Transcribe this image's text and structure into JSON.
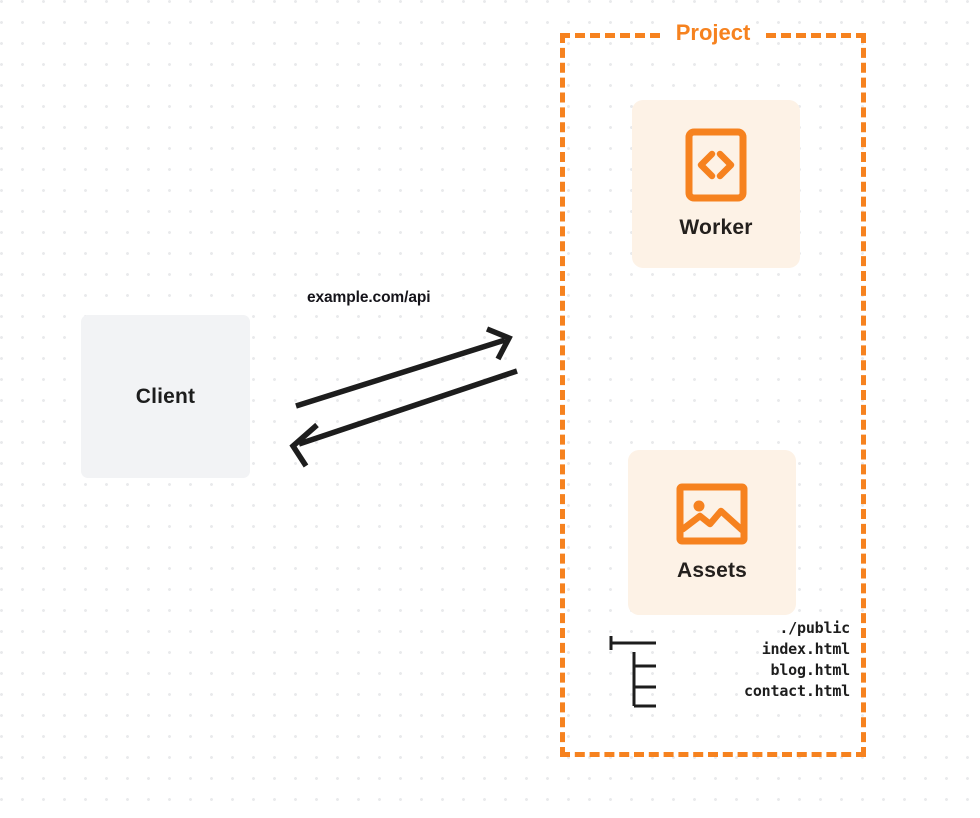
{
  "diagram": {
    "title": "Client to Project Worker and Assets request flow",
    "colors": {
      "accent_orange": "#f6821f",
      "card_background": "#fdf2e6",
      "client_background": "#f2f3f5",
      "arrow": "#1d1d1d",
      "text": "#1d1d1d",
      "dot_grid": "#e9eaec",
      "canvas": "#ffffff"
    }
  },
  "client": {
    "label": "Client"
  },
  "connection": {
    "label": "example.com/api",
    "request_arrow_name": "request-arrow",
    "response_arrow_name": "response-arrow"
  },
  "project": {
    "title": "Project",
    "nodes": [
      {
        "label": "Worker",
        "icon": "code-brackets-icon"
      },
      {
        "label": "Assets",
        "icon": "image-icon"
      }
    ],
    "file_tree": [
      "./public",
      "index.html",
      "blog.html",
      "contact.html"
    ]
  }
}
